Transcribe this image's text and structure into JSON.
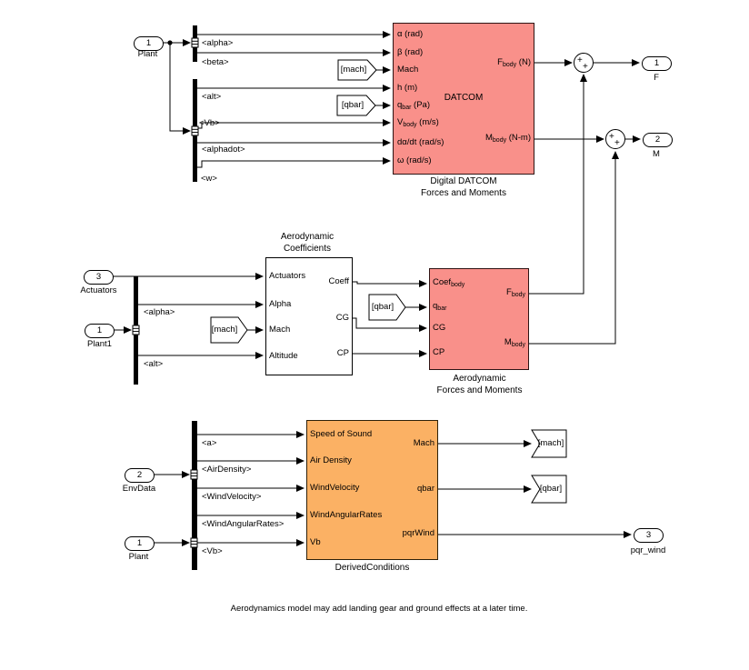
{
  "colors": {
    "pink_block": "#F9908A",
    "orange_block": "#FBB164",
    "background": "#FFFFFF",
    "line": "#000000"
  },
  "caption": "Aerodynamics model may add landing gear and ground effects at a later time.",
  "top": {
    "inport_plant": {
      "number": "1",
      "label": "Plant"
    },
    "bus1_labels": [
      "<alpha>",
      "<beta>"
    ],
    "bus2_labels": [
      "<alt>",
      "<Vb>",
      "<alphadot>",
      "<w>"
    ],
    "from_mach": "[mach]",
    "from_qbar": "[qbar]",
    "datcom": {
      "center_label": "DATCOM",
      "name_line1": "Digital DATCOM",
      "name_line2": "Forces and Moments",
      "inputs": [
        {
          "pre": "α (rad)",
          "sub": "",
          "post": ""
        },
        {
          "pre": "β (rad)",
          "sub": "",
          "post": ""
        },
        {
          "pre": "Mach",
          "sub": "",
          "post": ""
        },
        {
          "pre": "h (m)",
          "sub": "",
          "post": ""
        },
        {
          "pre": "q",
          "sub": "bar",
          "post": " (Pa)"
        },
        {
          "pre": "V",
          "sub": "body",
          "post": " (m/s)"
        },
        {
          "pre": "dα/dt (rad/s)",
          "sub": "",
          "post": ""
        },
        {
          "pre": "ω (rad/s)",
          "sub": "",
          "post": ""
        }
      ],
      "outputs": [
        {
          "pre": "F",
          "sub": "body",
          "post": " (N)"
        },
        {
          "pre": "M",
          "sub": "body",
          "post": " (N-m)"
        }
      ]
    },
    "sum_f": {
      "sign_left": "+",
      "sign_bottom": "+"
    },
    "sum_m": {
      "sign_left": "+",
      "sign_bottom": "+"
    },
    "outport_f": {
      "number": "1",
      "label": "F"
    },
    "outport_m": {
      "number": "2",
      "label": "M"
    }
  },
  "middle": {
    "coeff_title_line1": "Aerodynamic",
    "coeff_title_line2": "Coefficients",
    "inport_actuators": {
      "number": "3",
      "label": "Actuators"
    },
    "inport_plant1": {
      "number": "1",
      "label": "Plant1"
    },
    "bus_labels": [
      "<alpha>",
      "<alt>"
    ],
    "from_mach": "[mach]",
    "from_qbar": "[qbar]",
    "coeff_block": {
      "inputs": [
        "Actuators",
        "Alpha",
        "Mach",
        "Altitude"
      ],
      "outputs": [
        "Coeff",
        "CG",
        "CP"
      ]
    },
    "aerofm": {
      "inputs": [
        {
          "pre": "Coef",
          "sub": "body",
          "post": ""
        },
        {
          "pre": "q",
          "sub": "bar",
          "post": ""
        },
        {
          "pre": "CG",
          "sub": "",
          "post": ""
        },
        {
          "pre": "CP",
          "sub": "",
          "post": ""
        }
      ],
      "outputs": [
        {
          "pre": "F",
          "sub": "body",
          "post": ""
        },
        {
          "pre": "M",
          "sub": "body",
          "post": ""
        }
      ],
      "name_line1": "Aerodynamic",
      "name_line2": "Forces and Moments"
    }
  },
  "bottom": {
    "inport_envdata": {
      "number": "2",
      "label": "EnvData"
    },
    "inport_plant": {
      "number": "1",
      "label": "Plant"
    },
    "bus_labels": [
      "<a>",
      "<AirDensity>",
      "<WindVelocity>",
      "<WindAngularRates>",
      "<Vb>"
    ],
    "derived": {
      "name": "DerivedConditions",
      "inputs": [
        "Speed of Sound",
        "Air Density",
        "WindVelocity",
        "WindAngularRates",
        "Vb"
      ],
      "outputs": [
        "Mach",
        "qbar",
        "pqrWind"
      ]
    },
    "goto_mach": "[mach]",
    "goto_qbar": "[qbar]",
    "outport_pqrwind": {
      "number": "3",
      "label": "pqr_wind"
    }
  }
}
